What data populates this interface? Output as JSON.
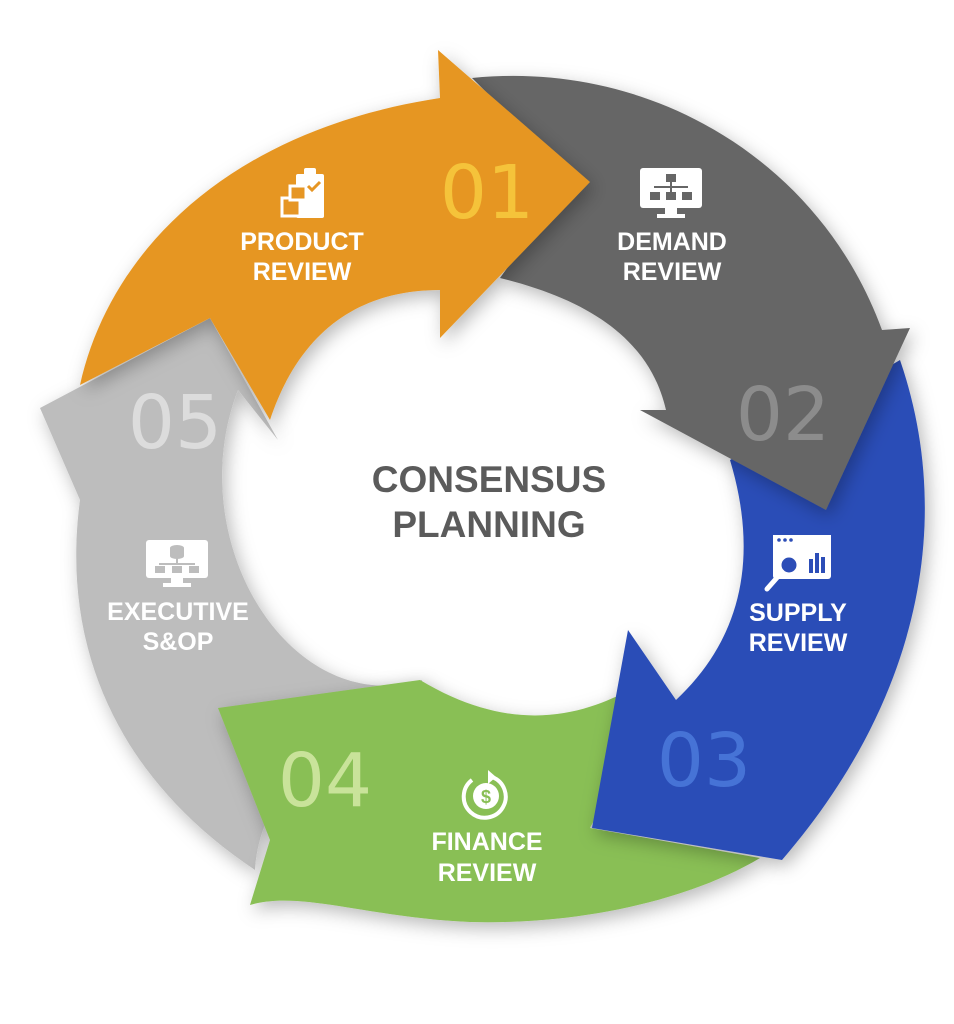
{
  "title": [
    "CONSENSUS",
    "PLANNING"
  ],
  "steps": [
    {
      "number": "01",
      "label": [
        "PRODUCT",
        "REVIEW"
      ],
      "color": "#E69624",
      "number_color": "#F5C33A",
      "icon": "clipboard-boxes-icon"
    },
    {
      "number": "02",
      "label": [
        "DEMAND",
        "REVIEW"
      ],
      "color": "#666666",
      "number_color": "#8C8C8C",
      "icon": "monitor-hierarchy-icon"
    },
    {
      "number": "03",
      "label": [
        "SUPPLY",
        "REVIEW"
      ],
      "color": "#2C4DB7",
      "number_color": "#4673D6",
      "icon": "browser-magnifier-chart-icon"
    },
    {
      "number": "04",
      "label": [
        "FINANCE",
        "REVIEW"
      ],
      "color": "#89BF55",
      "number_color": "#C9E39A",
      "icon": "dollar-cycle-icon"
    },
    {
      "number": "05",
      "label": [
        "EXECUTIVE",
        "S&OP"
      ],
      "color": "#BDBDBD",
      "number_color": "#DCDCDC",
      "icon": "monitor-database-icon"
    }
  ]
}
